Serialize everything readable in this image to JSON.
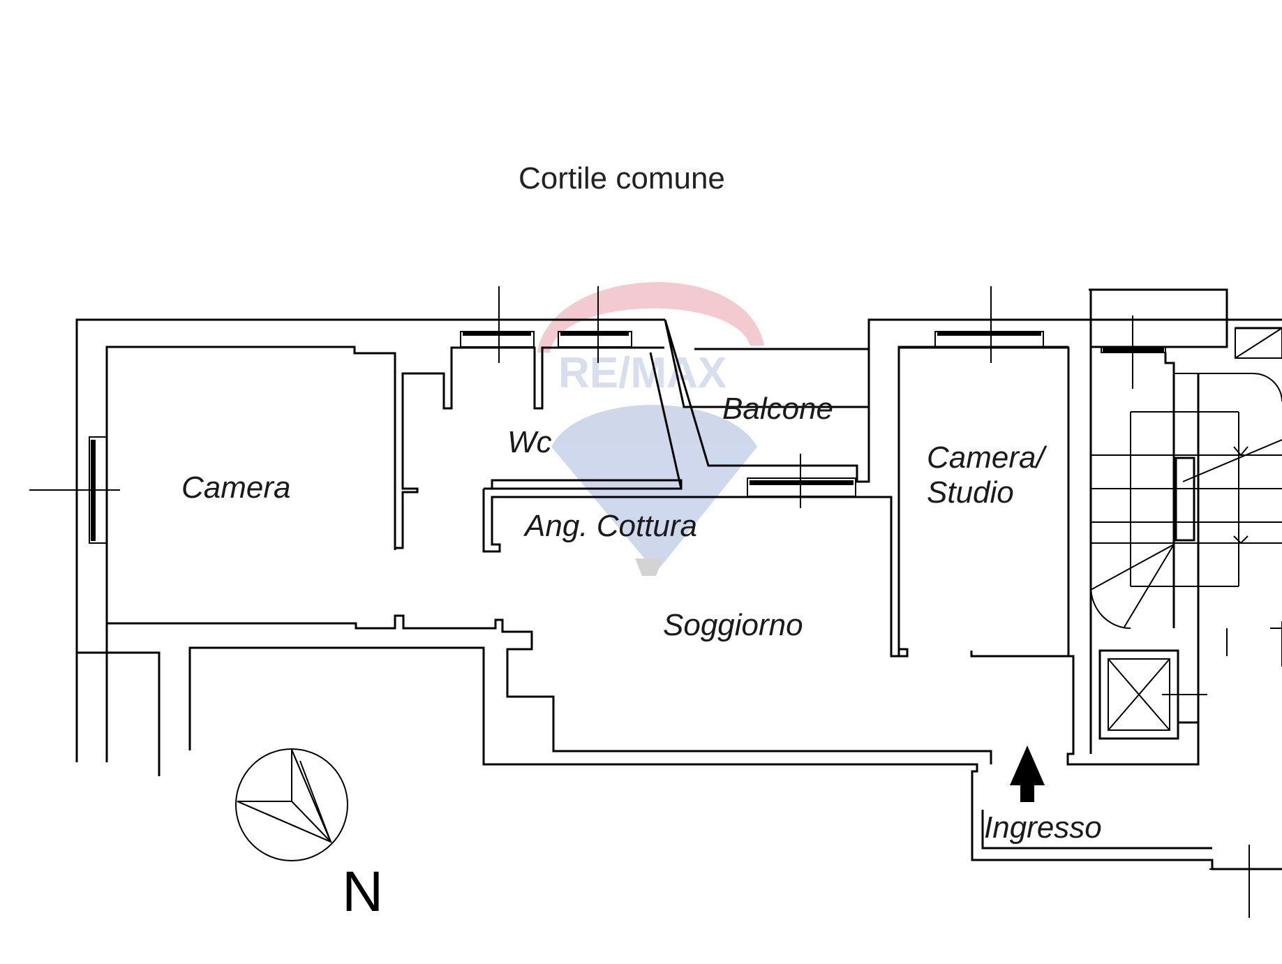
{
  "courtyard_label": "Cortile comune",
  "rooms": {
    "camera": "Camera",
    "wc": "Wc",
    "balcone": "Balcone",
    "ang_cottura": "Ang. Cottura",
    "camera_studio_line1": "Camera/",
    "camera_studio_line2": "Studio",
    "soggiorno": "Soggiorno",
    "ingresso": "Ingresso"
  },
  "north_label": "N",
  "watermark": {
    "text": "RE/MAX",
    "colors": {
      "red": "#e8a0a8",
      "blue": "#a8b8dc"
    }
  },
  "icons": [
    "compass-icon",
    "entrance-arrow-icon",
    "elevator-icon"
  ]
}
